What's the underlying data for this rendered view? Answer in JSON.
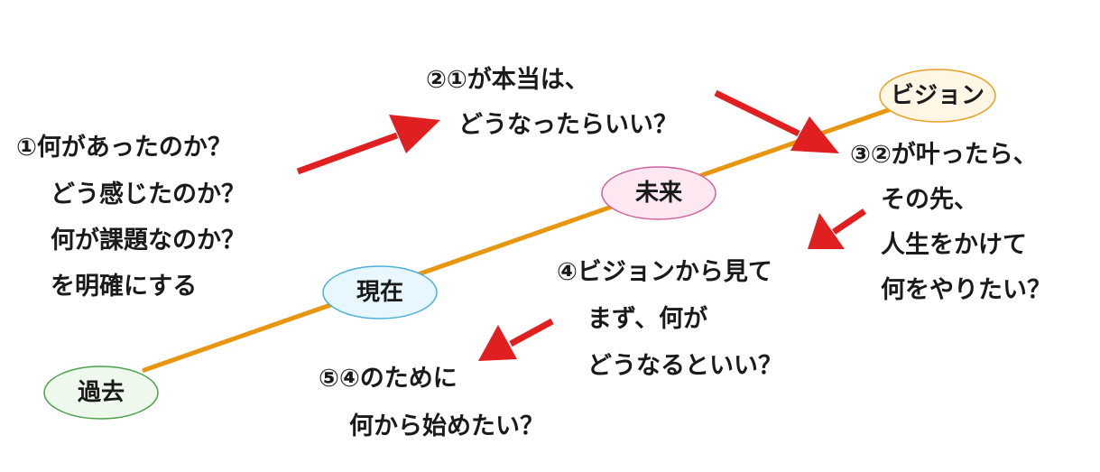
{
  "timeline": {
    "line_color": "#e8960f",
    "nodes": {
      "past": {
        "label": "過去",
        "fill": "#eef8ec",
        "stroke": "#4aa04a"
      },
      "present": {
        "label": "現在",
        "fill": "#e8f6fd",
        "stroke": "#4ab0d8"
      },
      "future": {
        "label": "未来",
        "fill": "#fde8f2",
        "stroke": "#d2609c"
      },
      "vision": {
        "label": "ビジョン",
        "fill": "#fff6e6",
        "stroke": "#e8a020"
      }
    }
  },
  "arrow_color": "#e02020",
  "steps": {
    "step1": {
      "lines": [
        "①何があったのか？",
        "どう感じたのか？",
        "何が課題なのか？",
        "を明確にする"
      ]
    },
    "step2": {
      "lines": [
        "②①が本当は、",
        "どうなったらいい？"
      ]
    },
    "step3": {
      "lines": [
        "③②が叶ったら、",
        "その先、",
        "人生をかけて",
        "何をやりたい？"
      ]
    },
    "step4": {
      "lines": [
        "④ビジョンから見て",
        "まず、何が",
        "どうなるといい？"
      ]
    },
    "step5": {
      "lines": [
        "⑤④のために",
        "何から始めたい？"
      ]
    }
  }
}
